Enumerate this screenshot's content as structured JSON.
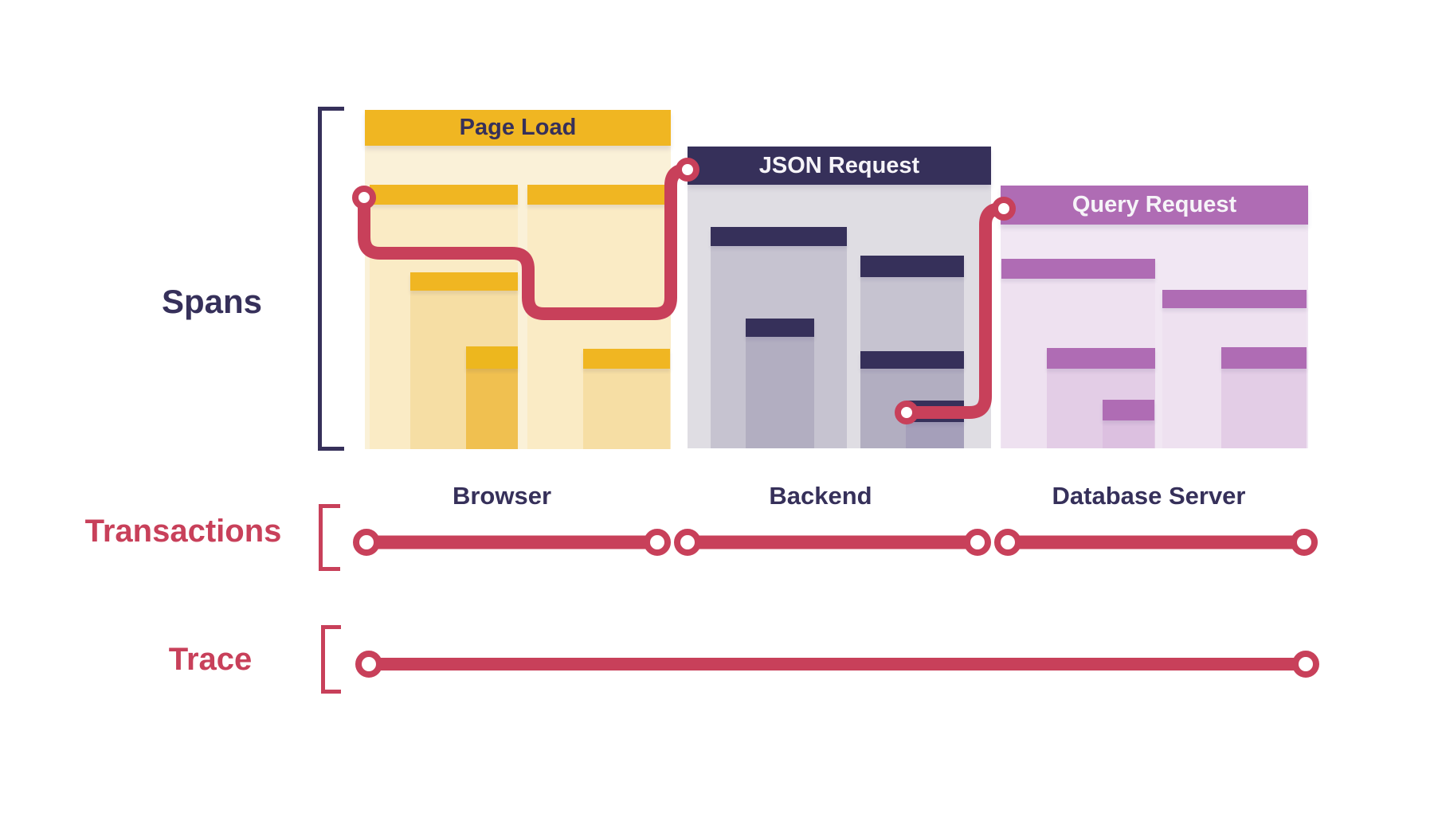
{
  "labels": {
    "spans": "Spans",
    "transactions": "Transactions",
    "trace": "Trace"
  },
  "services": [
    {
      "name": "Browser",
      "transaction_label": "Page Load"
    },
    {
      "name": "Backend",
      "transaction_label": "JSON Request"
    },
    {
      "name": "Database Server",
      "transaction_label": "Query Request"
    }
  ],
  "colors": {
    "red": "#C8405A",
    "navy": "#36305A",
    "text-light": "#F6F4F8",
    "gold": "#F0B622",
    "gold-deep": "#EDB71E",
    "cream": "#FAF1D8",
    "yel-l2": "#FAEBC5",
    "yel-l3": "#F6DEA4",
    "yel-l4": "#F0C050",
    "gray-bg": "#DFDDE3",
    "gray-l2": "#C6C3D0",
    "gray-l3": "#B2AEC1",
    "gray-l4": "#A59FBA",
    "purple": "#AF6CB4",
    "pur-bg": "#F1E7F3",
    "pur-l2": "#EEE1F0",
    "pur-l3": "#E3CDE6",
    "pur-l4": "#DCC0E0",
    "bg": "#FFFFFF"
  }
}
